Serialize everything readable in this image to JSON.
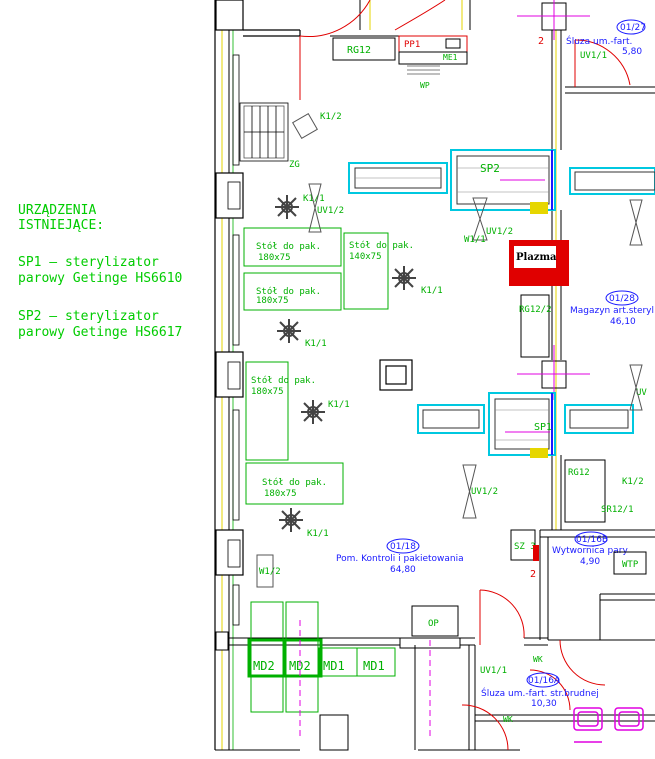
{
  "legend": {
    "heading_line1": "URZĄDZENIA",
    "heading_line2": "ISTNIEJĄCE:",
    "sp1_line1": "SP1  –  sterylizator",
    "sp1_line2": "parowy Getinge HS6610",
    "sp2_line1": "SP2  –  sterylizator",
    "sp2_line2": "parowy Getinge HS6617"
  },
  "rooms": {
    "r1_18": {
      "id": "01/18",
      "name": "Pom. Kontroli i pakietowania",
      "area": "64,80"
    },
    "r1_28": {
      "id": "01/28",
      "name": "Magazyn art.steryl",
      "area": "46,10"
    },
    "r1_27": {
      "id": "01/27",
      "name": "Śluza um.-fart.",
      "area": "5,80"
    },
    "r1_16b": {
      "id": "01/16B",
      "name": "Wytwornica pary",
      "area": "4,90"
    },
    "r1_16a": {
      "id": "01/16A",
      "name": "Śluza um.-fart. str.brudnej",
      "area": "10,30"
    }
  },
  "equipment": {
    "plazma": "Plazma",
    "sp1": "SP1",
    "sp2": "SP2",
    "rg12": "RG12",
    "rg12_2": "RG12/2",
    "pp1": "PP1",
    "me1": "ME1",
    "wp": "WP",
    "zg": "ZG",
    "k1_1": "K1/1",
    "k1_2": "K1/2",
    "uv1_1": "UV1/1",
    "uv1_2": "UV1/2",
    "w1_1": "W1/1",
    "w1_2": "W1/2",
    "uv": "UV",
    "sr12_1": "SR12/1",
    "sz3": "SZ 3",
    "wtp": "WTP",
    "wk": "WK",
    "op": "OP",
    "md1": "MD1",
    "md2": "MD2",
    "n2": "2",
    "table_1": "Stół do pak.",
    "size_180": "180x75",
    "size_140": "140x75"
  },
  "colors": {
    "wall": "#000000",
    "equipment": "#00b000",
    "room_label": "#1a1aff",
    "door": "#e00000",
    "plazma_fill": "#e00000",
    "sterilizer": "#00c8e0",
    "yellow": "#e6d600",
    "magenta": "#e000e0"
  }
}
